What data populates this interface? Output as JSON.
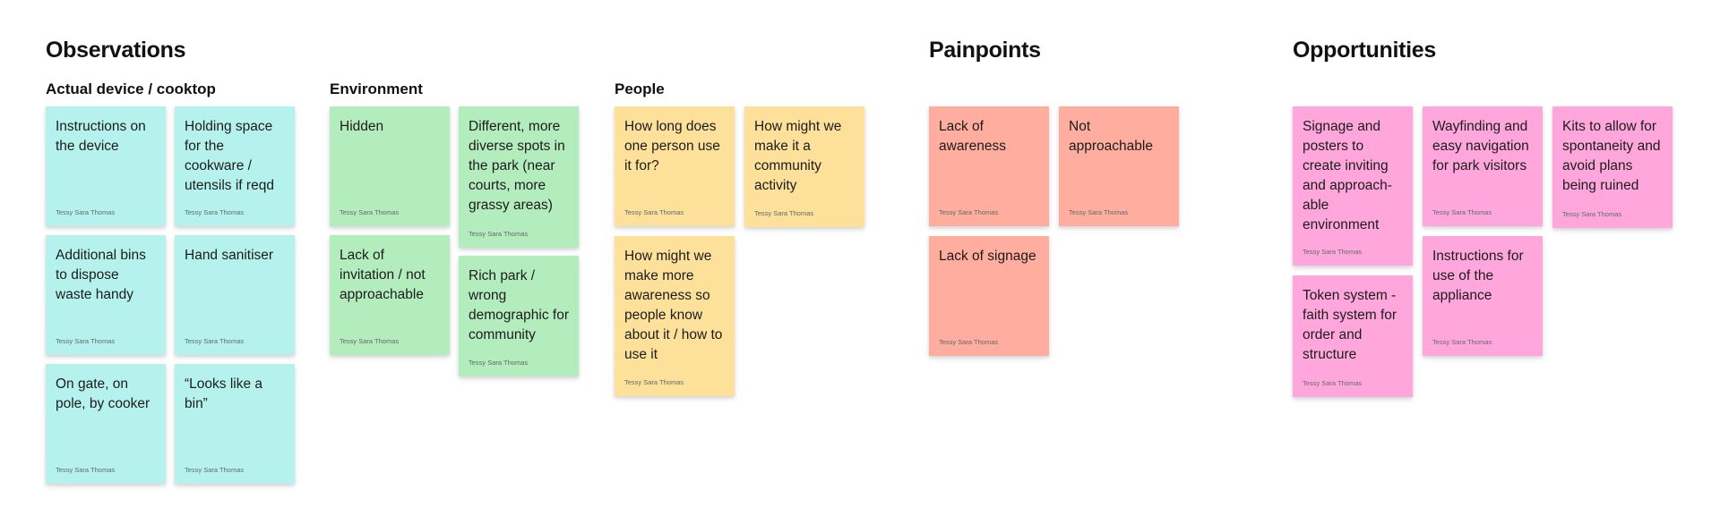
{
  "sections": {
    "observations": "Observations",
    "painpoints": "Painpoints",
    "opportunities": "Opportunities"
  },
  "groups": {
    "device": "Actual device / cooktop",
    "environment": "Environment",
    "people": "People"
  },
  "author": "Tessy Sara Thomas",
  "notes": {
    "device": [
      "Instructions on the device",
      "Holding space for the cookware / utensils if reqd",
      "Additional bins to dispose waste handy",
      "Hand sanitiser",
      "On gate, on pole, by cooker",
      "“Looks like a bin”"
    ],
    "environment": [
      "Hidden",
      "Different, more diverse spots in the park (near courts, more grassy areas)",
      "Lack of invitation / not approachable",
      "Rich park / wrong demographic for community"
    ],
    "people": [
      "How long does one person use it for?",
      "How might we make it a community activity",
      "How might we make more awareness so people know about it / how to use it"
    ],
    "painpoints": [
      "Lack of awareness",
      "Not approachable",
      "Lack of signage"
    ],
    "opportunities": [
      "Signage and posters to create inviting and approach-able environment",
      "Wayfinding and easy navigation for park visitors",
      "Kits to allow for spontaneity and avoid plans being ruined",
      "Token system - faith system for order and structure",
      "Instructions for use of the appliance"
    ]
  },
  "colors": {
    "device": "#b6f2ed",
    "environment": "#b3edbe",
    "people": "#fde19a",
    "painpoints": "#ffad9f",
    "opportunities": "#ffa7dc"
  }
}
